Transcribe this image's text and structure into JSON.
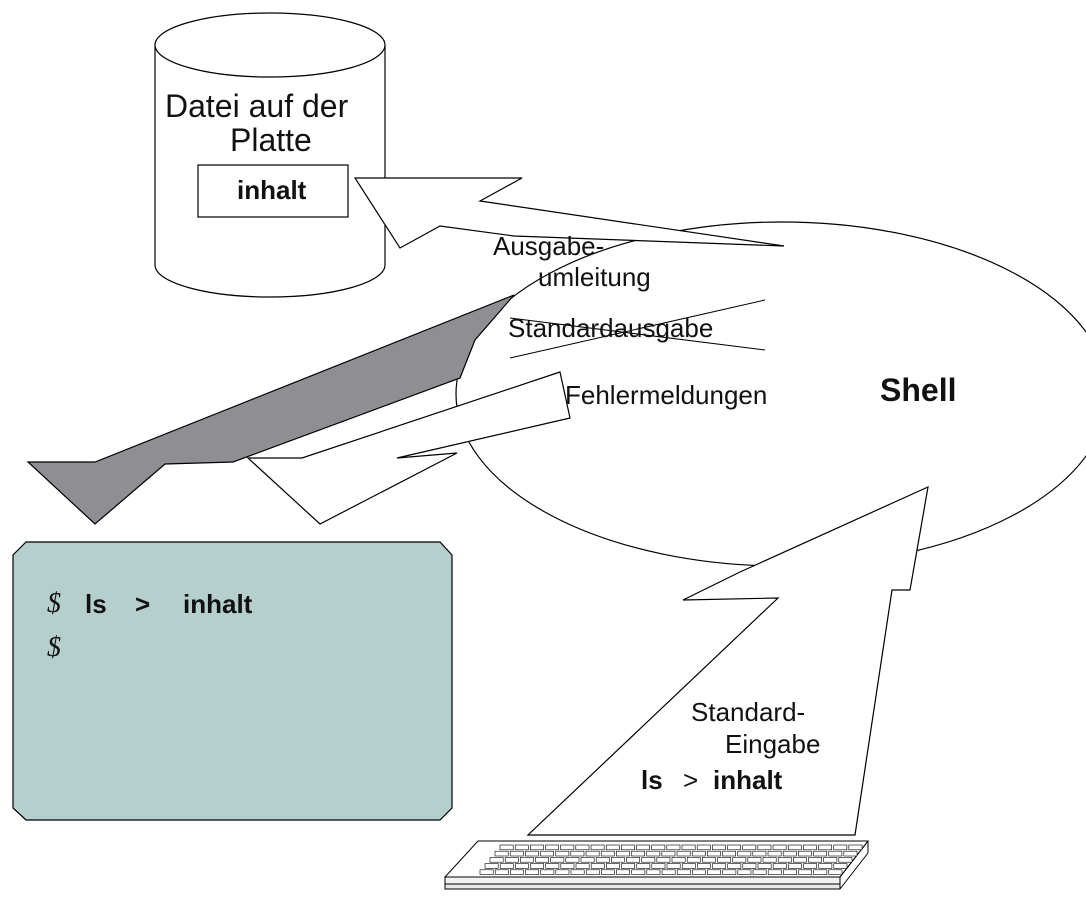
{
  "disk": {
    "title_line1": "Datei auf der",
    "title_line2": "Platte",
    "file_label": "inhalt"
  },
  "shell": {
    "label": "Shell",
    "output_redirect_line1": "Ausgabe-",
    "output_redirect_line2": "umleitung",
    "stdout_label": "Standardausgabe",
    "stderr_label": "Fehlermeldungen"
  },
  "terminal": {
    "line1": {
      "prompt": "$",
      "command": "ls",
      "operator": ">",
      "target": "inhalt"
    },
    "line2": {
      "prompt": "$"
    }
  },
  "keyboard": {
    "input_line1": "Standard-",
    "input_line2": "Eingabe",
    "command": "ls",
    "operator": ">",
    "target": "inhalt"
  },
  "colors": {
    "terminal_fill": "#b5cfcc",
    "stdout_arrow_fill": "#8e8e93",
    "outline": "#000000"
  }
}
